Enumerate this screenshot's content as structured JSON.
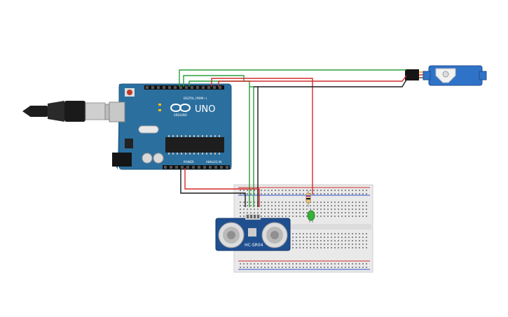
{
  "arduino": {
    "brand": "UNO",
    "maker": "ARDUINO",
    "digital_label": "DIGITAL (PWM~)",
    "power_label": "POWER",
    "analog_label": "ANALOG IN",
    "board_color": "#2b6f9e"
  },
  "sensor": {
    "model": "HC-SR04",
    "board_color": "#1f4f8f"
  },
  "servo": {
    "body_color": "#2f73c8"
  },
  "wires": {
    "green": "#2a9d3a",
    "red": "#d22b2b",
    "black": "#1b1b1b"
  },
  "led": {
    "color": "#37b13a"
  }
}
